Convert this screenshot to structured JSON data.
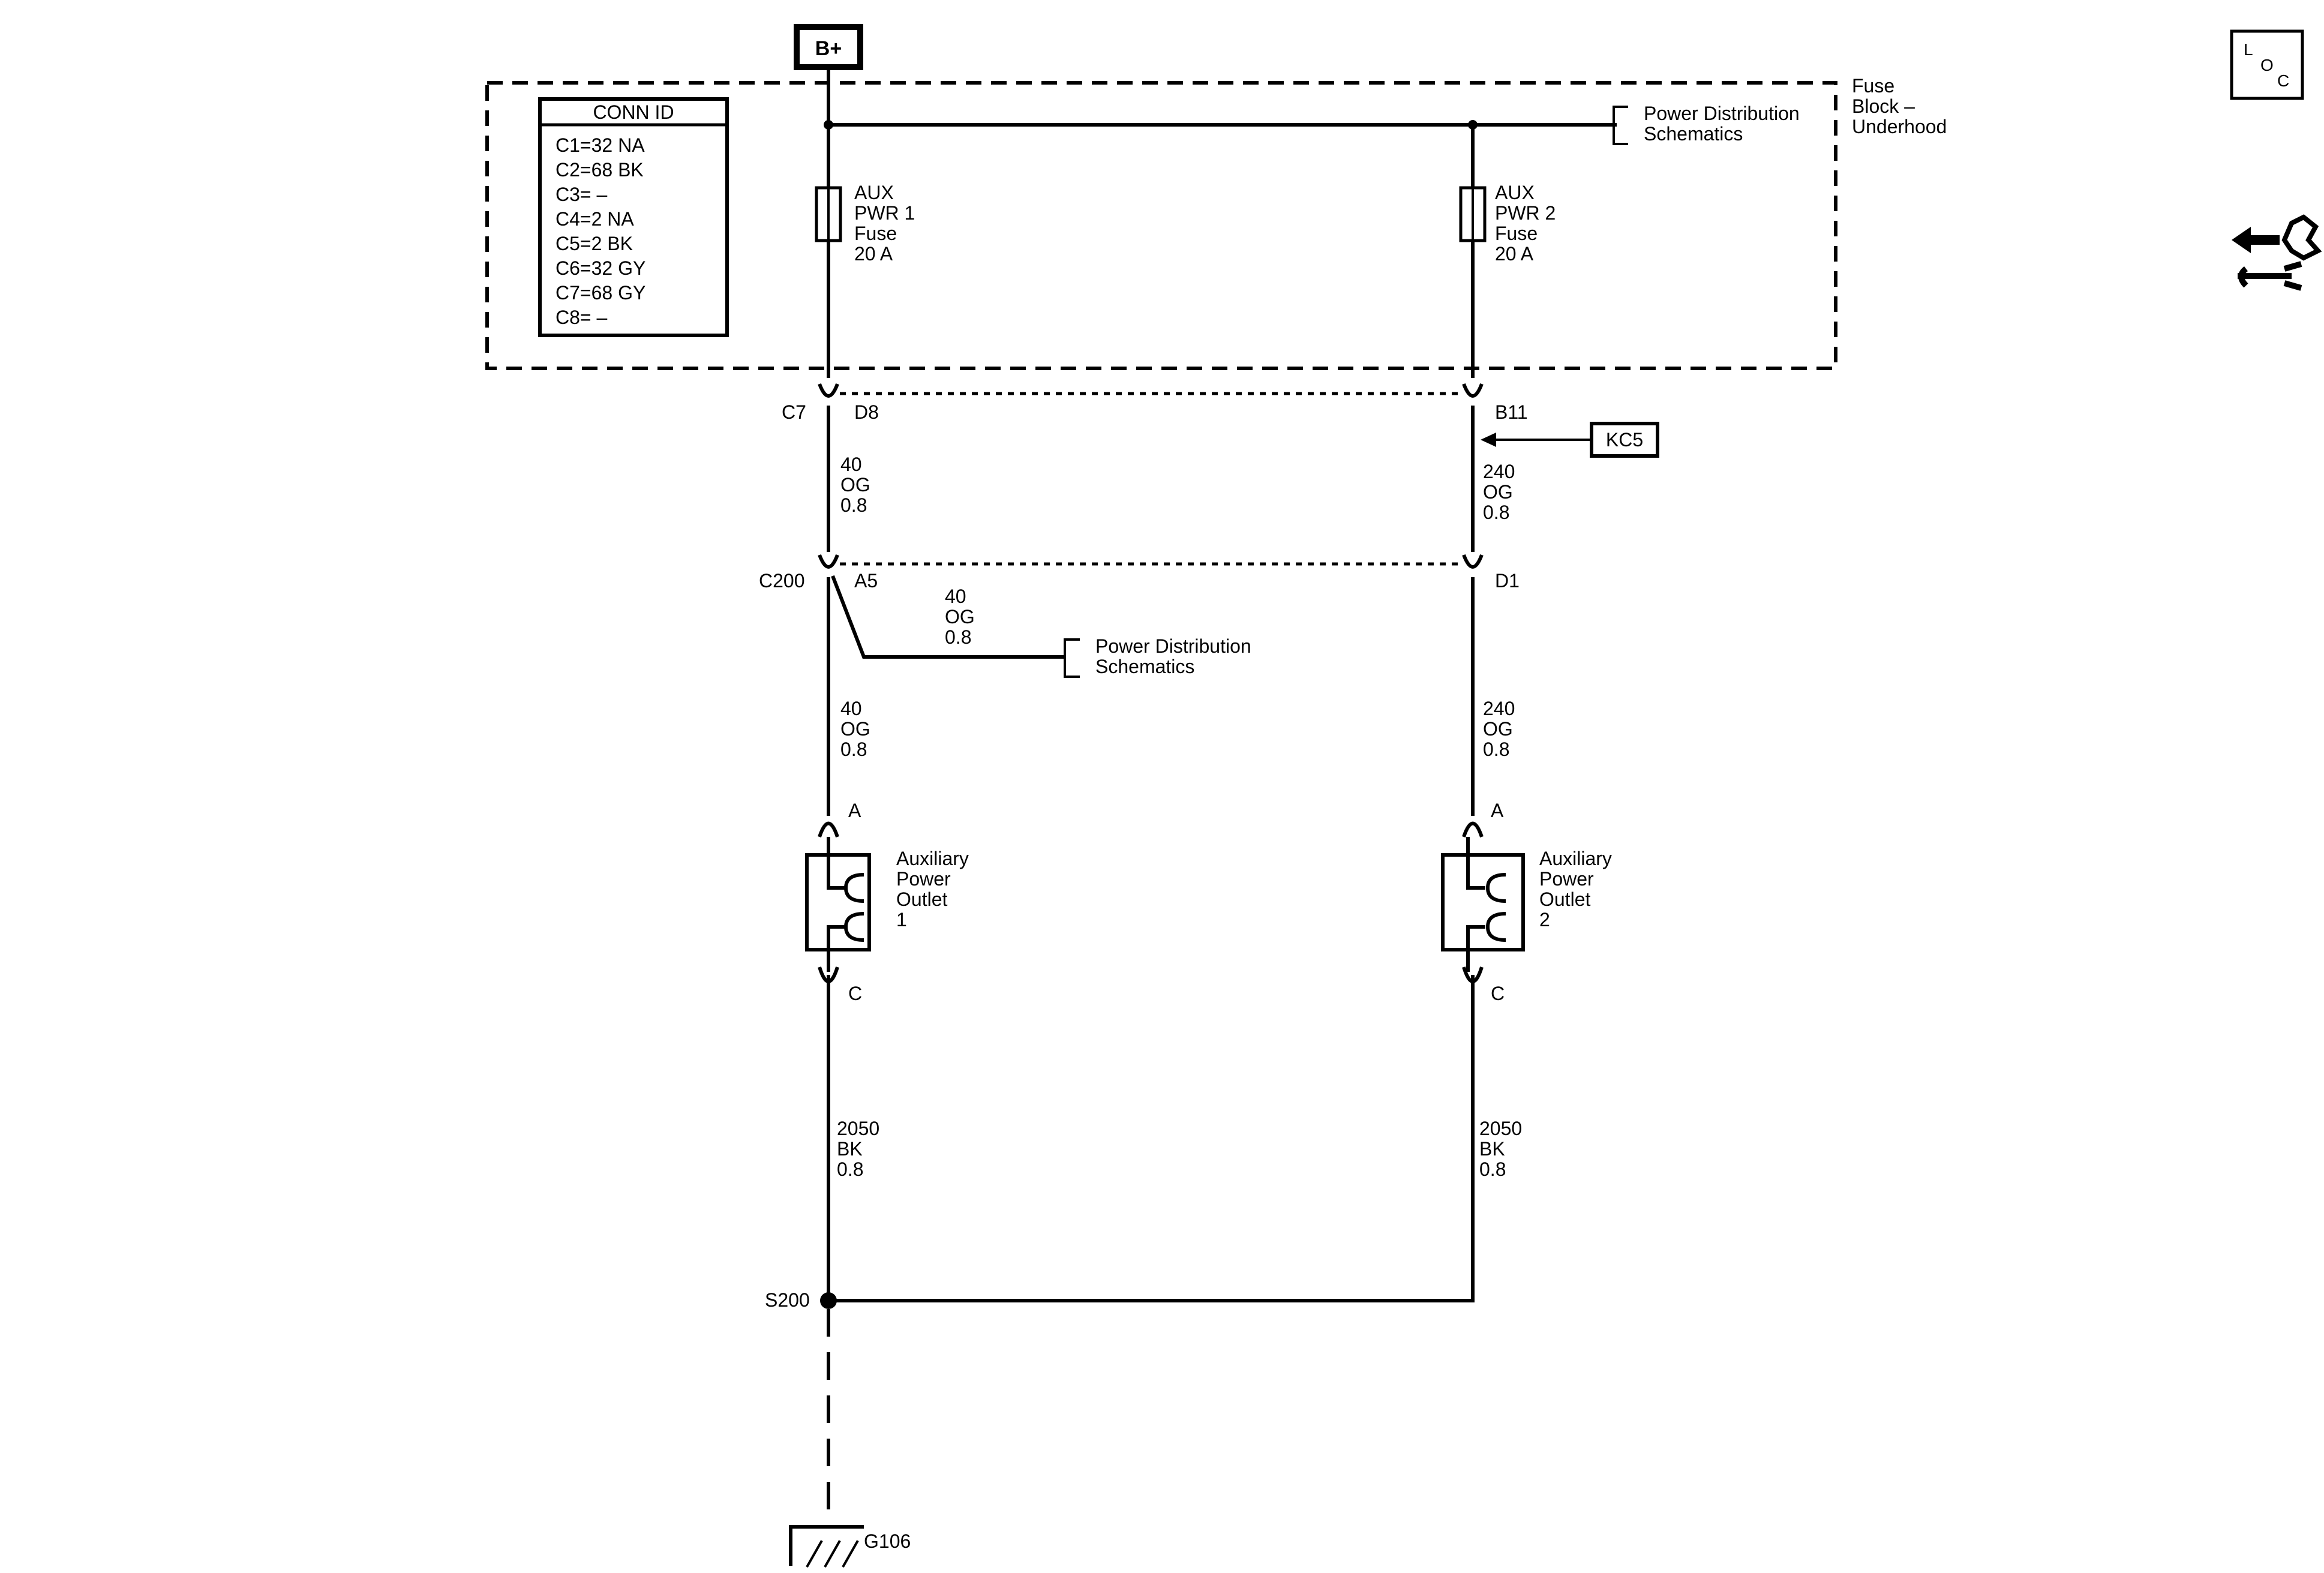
{
  "battery_label": "B+",
  "fuse_block": {
    "label_lines": [
      "Fuse",
      "Block –",
      "Underhood"
    ],
    "power_distribution_ref": [
      "Power Distribution",
      "Schematics"
    ]
  },
  "conn_id": {
    "title": "CONN ID",
    "rows": [
      "C1=32 NA",
      "C2=68 BK",
      "C3= –",
      "C4=2 NA",
      "C5=2 BK",
      "C6=32 GY",
      "C7=68 GY",
      "C8= –"
    ]
  },
  "fuses": [
    {
      "lines": [
        "AUX",
        "PWR 1",
        "Fuse",
        "20 A"
      ]
    },
    {
      "lines": [
        "AUX",
        "PWR 2",
        "Fuse",
        "20 A"
      ]
    }
  ],
  "connectors": {
    "c7": "C7",
    "d8": "D8",
    "b11": "B11",
    "c200": "C200",
    "a5": "A5",
    "d1": "D1"
  },
  "option_badge": "KC5",
  "wires": {
    "w40_upper": [
      "40",
      "OG",
      "0.8"
    ],
    "w240_upper": [
      "240",
      "OG",
      "0.8"
    ],
    "w40_branch": [
      "40",
      "OG",
      "0.8"
    ],
    "w40_lower": [
      "40",
      "OG",
      "0.8"
    ],
    "w240_lower": [
      "240",
      "OG",
      "0.8"
    ],
    "w2050_left": [
      "2050",
      "BK",
      "0.8"
    ],
    "w2050_right": [
      "2050",
      "BK",
      "0.8"
    ]
  },
  "power_distribution_ref_2": [
    "Power Distribution",
    "Schematics"
  ],
  "outlets": [
    {
      "name_lines": [
        "Auxiliary",
        "Power",
        "Outlet",
        "1"
      ],
      "pin_top": "A",
      "pin_bottom": "C"
    },
    {
      "name_lines": [
        "Auxiliary",
        "Power",
        "Outlet",
        "2"
      ],
      "pin_top": "A",
      "pin_bottom": "C"
    }
  ],
  "splice": "S200",
  "ground": "G106",
  "loc_icon_letters": [
    "L",
    "O",
    "C"
  ],
  "icons": [
    "loc-icon",
    "connector-repair-icon"
  ]
}
